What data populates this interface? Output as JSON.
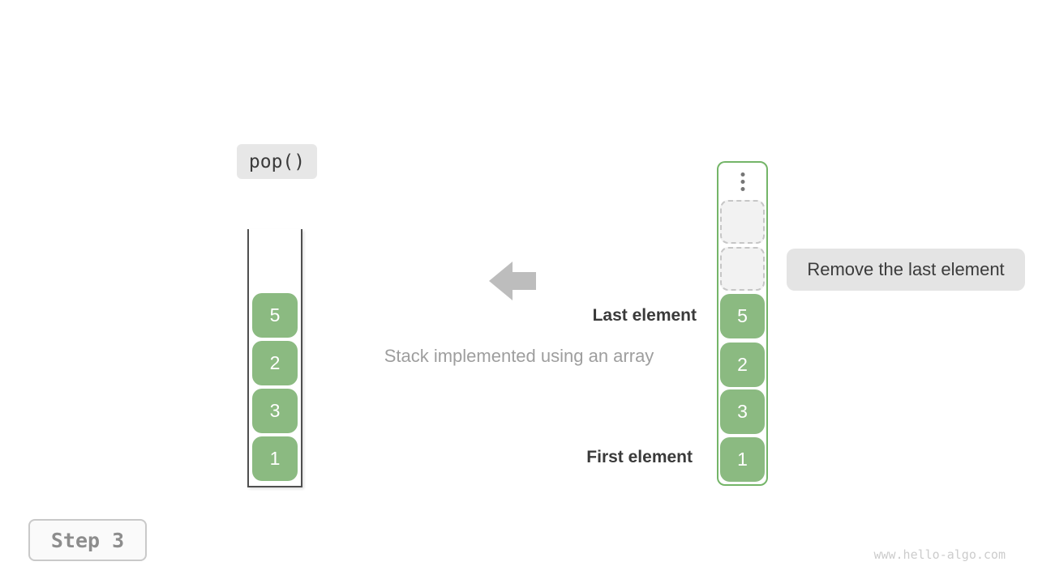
{
  "operation": {
    "label": "pop()"
  },
  "step_badge": {
    "label": "Step 3"
  },
  "caption": {
    "text": "Stack implemented using an array"
  },
  "annotations": {
    "last_element": "Last element",
    "first_element": "First element",
    "action": "Remove the last element"
  },
  "stack": {
    "values_top_to_bottom": [
      "5",
      "2",
      "3",
      "1"
    ]
  },
  "array": {
    "ellipsis_icon": "vertical-ellipsis",
    "empty_slot_count": 2,
    "values_top_to_bottom": [
      "5",
      "2",
      "3",
      "1"
    ]
  },
  "watermark": {
    "text": "www.hello-algo.com"
  },
  "colors": {
    "cell_green": "#8bba81",
    "array_border_green": "#74b568",
    "chip_gray": "#e7e7e7",
    "remove_chip_gray": "#e4e4e4",
    "arrow_gray": "#bdbdbd",
    "text_dark": "#3b3b3b",
    "caption_gray": "#9e9e9e",
    "step_text_gray": "#8d8d8d",
    "watermark_gray": "#cccccc"
  }
}
